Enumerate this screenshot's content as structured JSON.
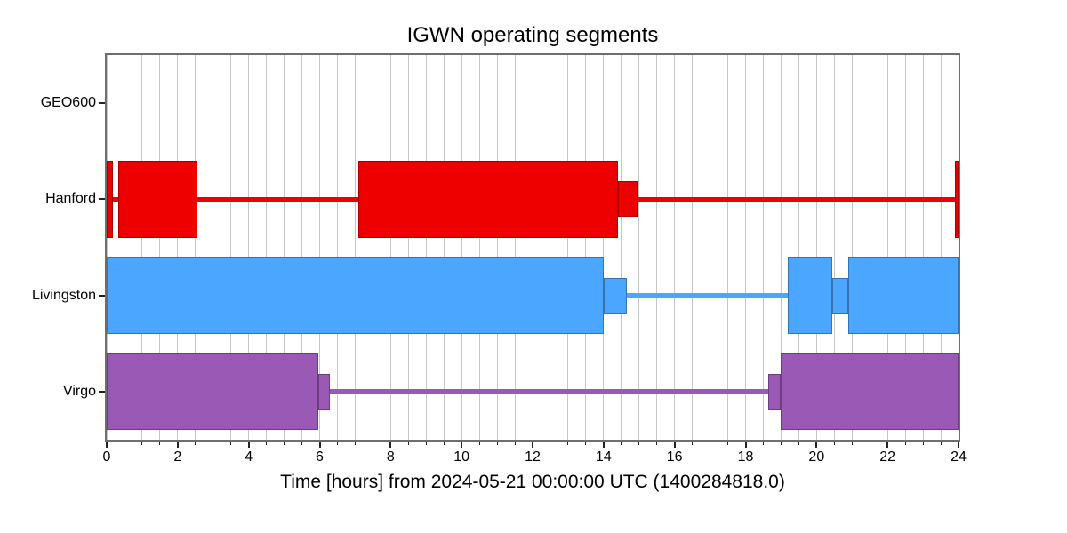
{
  "chart_data": {
    "type": "timeline",
    "title": "IGWN operating segments",
    "xlabel": "Time [hours] from 2024-05-21 00:00:00 UTC (1400284818.0)",
    "xlim": [
      0,
      24
    ],
    "xticks": [
      0,
      2,
      4,
      6,
      8,
      10,
      12,
      14,
      16,
      18,
      20,
      22,
      24
    ],
    "minor_grid_step": 0.5,
    "grid": "vertical-minor",
    "background": "#ffffff",
    "legend": "none",
    "rows": [
      {
        "label": "GEO600",
        "color": "#555555",
        "known_line": null,
        "full_segments": [],
        "half_segments": []
      },
      {
        "label": "Hanford",
        "color": "#ee0000",
        "known_line": [
          0,
          24
        ],
        "full_segments": [
          [
            0,
            0.18
          ],
          [
            0.33,
            2.55
          ],
          [
            7.1,
            14.4
          ],
          [
            23.9,
            24
          ]
        ],
        "half_segments": [
          [
            14.4,
            14.95
          ]
        ]
      },
      {
        "label": "Livingston",
        "color": "#4ba6ff",
        "known_line": [
          0,
          24
        ],
        "full_segments": [
          [
            0,
            14.0
          ],
          [
            19.2,
            20.45
          ],
          [
            20.9,
            24
          ]
        ],
        "half_segments": [
          [
            14.0,
            14.65
          ],
          [
            20.45,
            20.9
          ]
        ]
      },
      {
        "label": "Virgo",
        "color": "#9b59b6",
        "known_line": [
          0,
          24
        ],
        "full_segments": [
          [
            0,
            5.95
          ],
          [
            19.0,
            24
          ]
        ],
        "half_segments": [
          [
            5.95,
            6.3
          ],
          [
            18.65,
            19.0
          ]
        ]
      }
    ]
  }
}
